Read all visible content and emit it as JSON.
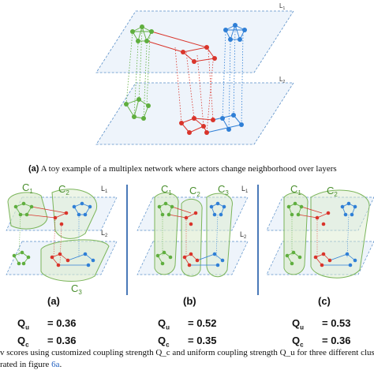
{
  "figure_top": {
    "layer_top_label": "L",
    "layer_top_sub": "1",
    "layer_bottom_label": "L",
    "layer_bottom_sub": "2"
  },
  "caption_a": {
    "tag": "(a)",
    "text": " A toy example of a multiplex network where actors change neighborhood over layers"
  },
  "panels": [
    {
      "label": "(a)",
      "clusters": [
        "C",
        "C",
        "C"
      ],
      "cluster_subs": [
        "1",
        "2",
        "3"
      ],
      "layers": [
        "L",
        "L"
      ],
      "layer_subs": [
        "1",
        "2"
      ],
      "qu_value": "= 0.36",
      "qc_value": "= 0.36"
    },
    {
      "label": "(b)",
      "clusters": [
        "C",
        "C",
        "C"
      ],
      "cluster_subs": [
        "1",
        "2",
        "3"
      ],
      "layers": [
        "L",
        "L"
      ],
      "layer_subs": [
        "1",
        "2"
      ],
      "qu_value": "= 0.52",
      "qc_value": "= 0.35"
    },
    {
      "label": "(c)",
      "clusters": [
        "C",
        "C"
      ],
      "cluster_subs": [
        "1",
        "2"
      ],
      "layers": [],
      "layer_subs": [],
      "qu_value": "= 0.53",
      "qc_value": "= 0.36"
    }
  ],
  "score_labels": {
    "qu": "Q",
    "qu_sub": "u",
    "qc": "Q",
    "qc_sub": "c"
  },
  "caption_bottom": {
    "line1": "v scores using customized coupling strength Q_c and uniform coupling strength Q_u for three different clusteri",
    "line2_pre": "rated in figure ",
    "line2_link": "6a",
    "line2_post": "."
  },
  "colors": {
    "green": "#5fae3e",
    "red": "#d9342b",
    "blue": "#2f7fd6",
    "layer_line": "#5a8fc8",
    "cluster_fill": "#dcebcf",
    "cluster_stroke": "#7bb55a"
  }
}
